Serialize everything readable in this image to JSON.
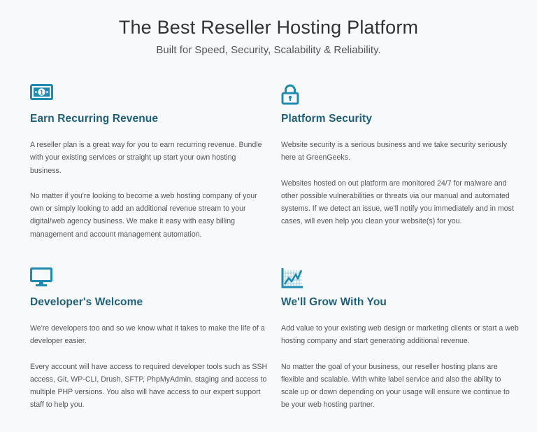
{
  "header": {
    "title": "The Best Reseller Hosting Platform",
    "subtitle": "Built for Speed, Security, Scalability & Reliability."
  },
  "colors": {
    "accent": "#1f8bb0",
    "heading": "#1f5f7a",
    "background": "#f7f9fb"
  },
  "features": [
    {
      "icon": "money-bill-icon",
      "title": "Earn Recurring Revenue",
      "p1": "A reseller plan is a great way for you to earn recurring revenue. Bundle with your existing services or straight up start your own hosting business.",
      "p2": "No matter if you're looking to become a web hosting company of your own or simply looking to add an additional revenue stream to your digital/web agency business. We make it easy with easy billing management and account management automation."
    },
    {
      "icon": "padlock-icon",
      "title": "Platform Security",
      "p1": "Website security is a serious business and we take security seriously here at GreenGeeks.",
      "p2": "Websites hosted on out platform are monitored 24/7 for malware and other possible vulnerabilities or threats via our manual and automated systems. If we detect an issue, we'll notify you immediately and in most cases, will even help you clean your website(s) for you."
    },
    {
      "icon": "monitor-icon",
      "title": "Developer's Welcome",
      "p1": "We're developers too and so we know what it takes to make the life of a developer easier.",
      "p2": "Every account will have access to required developer tools such as SSH access, Git, WP-CLI, Drush, SFTP, PhpMyAdmin, staging and access to multiple PHP versions. You also will have access to our expert support staff to help you."
    },
    {
      "icon": "growth-chart-icon",
      "title": "We'll Grow With You",
      "p1": "Add value to your existing web design or marketing clients or start a web hosting company and start generating additional revenue.",
      "p2": "No matter the goal of your business, our reseller hosting plans are flexible and scalable. With white label service and also the ability to scale up or down depending on your usage will ensure we continue to be your web hosting partner."
    }
  ]
}
